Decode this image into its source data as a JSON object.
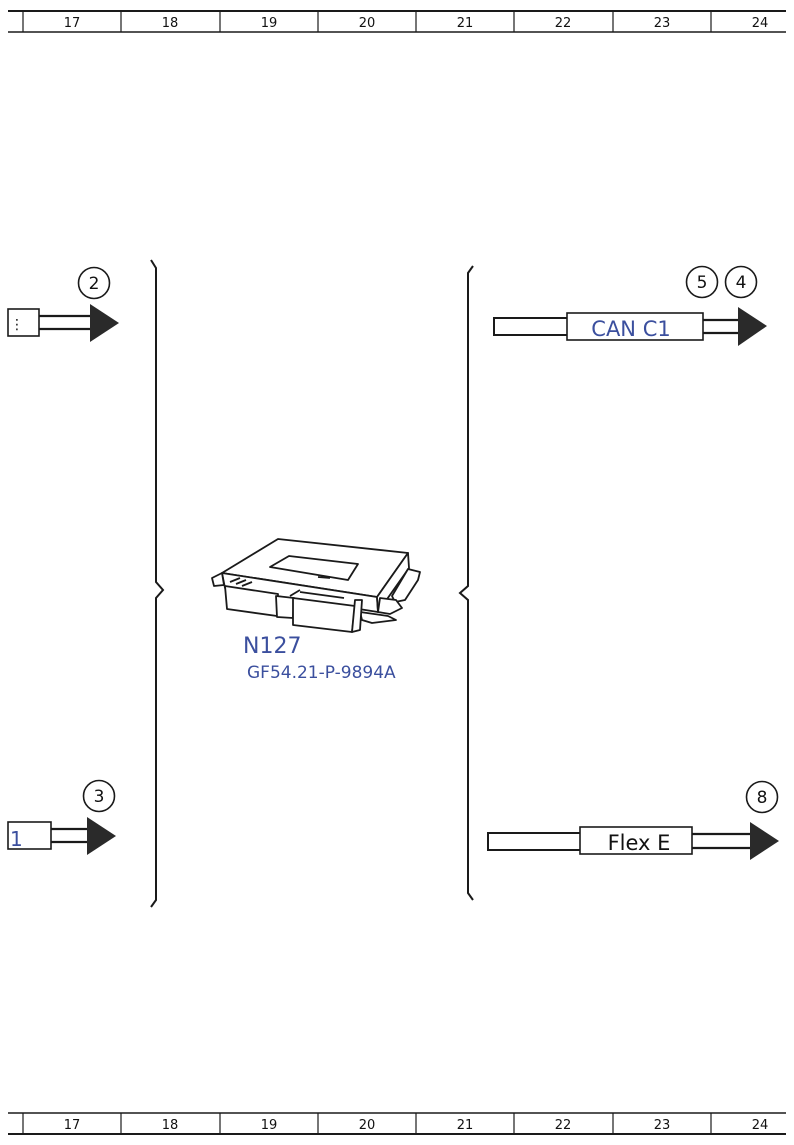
{
  "grid": {
    "columns": [
      "17",
      "18",
      "19",
      "20",
      "21",
      "22",
      "23",
      "24"
    ]
  },
  "colors": {
    "line": "#1a1a1a",
    "arrow": "#2a2a2a",
    "label_blue": "#3b4f9e",
    "label_dark": "#111111"
  },
  "component": {
    "id": "N127",
    "ref": "GF54.21-P-9894A",
    "icon": "control-unit-icon"
  },
  "connections": {
    "left_top": {
      "callout": "2",
      "label": "",
      "partial_text": "⋮"
    },
    "left_bottom": {
      "callout": "3",
      "label": "1"
    },
    "right_top": {
      "callouts": [
        "5",
        "4"
      ],
      "label": "CAN C1"
    },
    "right_bottom": {
      "callout": "8",
      "label": "Flex E"
    }
  }
}
